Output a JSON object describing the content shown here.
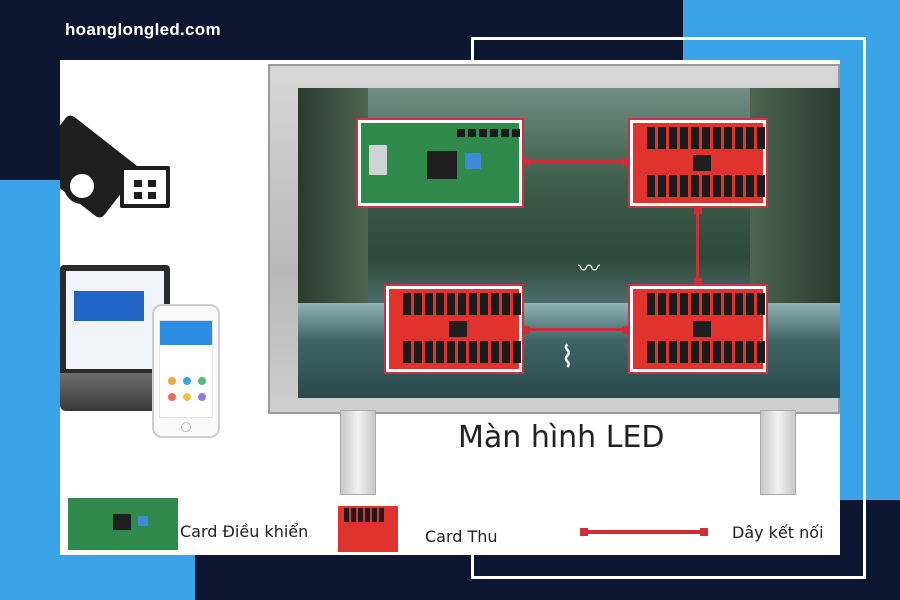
{
  "site": {
    "domain_label": "hoanglongled.com"
  },
  "diagram": {
    "screen_label": "Màn hình LED",
    "boards": [
      {
        "name": "control-card",
        "kind": "green"
      },
      {
        "name": "receiving-card-1",
        "kind": "red"
      },
      {
        "name": "receiving-card-2",
        "kind": "red"
      },
      {
        "name": "receiving-card-3",
        "kind": "red"
      }
    ]
  },
  "legend": {
    "control_card_label": "Card Điều khiển",
    "receiving_card_label": "Card Thu",
    "cable_label": "Dây kết nối"
  },
  "colors": {
    "navy": "#0d1630",
    "accent_blue": "#3aa3e8",
    "wire_red": "#cf2e38",
    "board_green": "#2f8a4c",
    "board_red": "#e0332d"
  },
  "icons": [
    "usb-drive-icon",
    "laptop-icon",
    "smartphone-icon",
    "bird-icon"
  ]
}
